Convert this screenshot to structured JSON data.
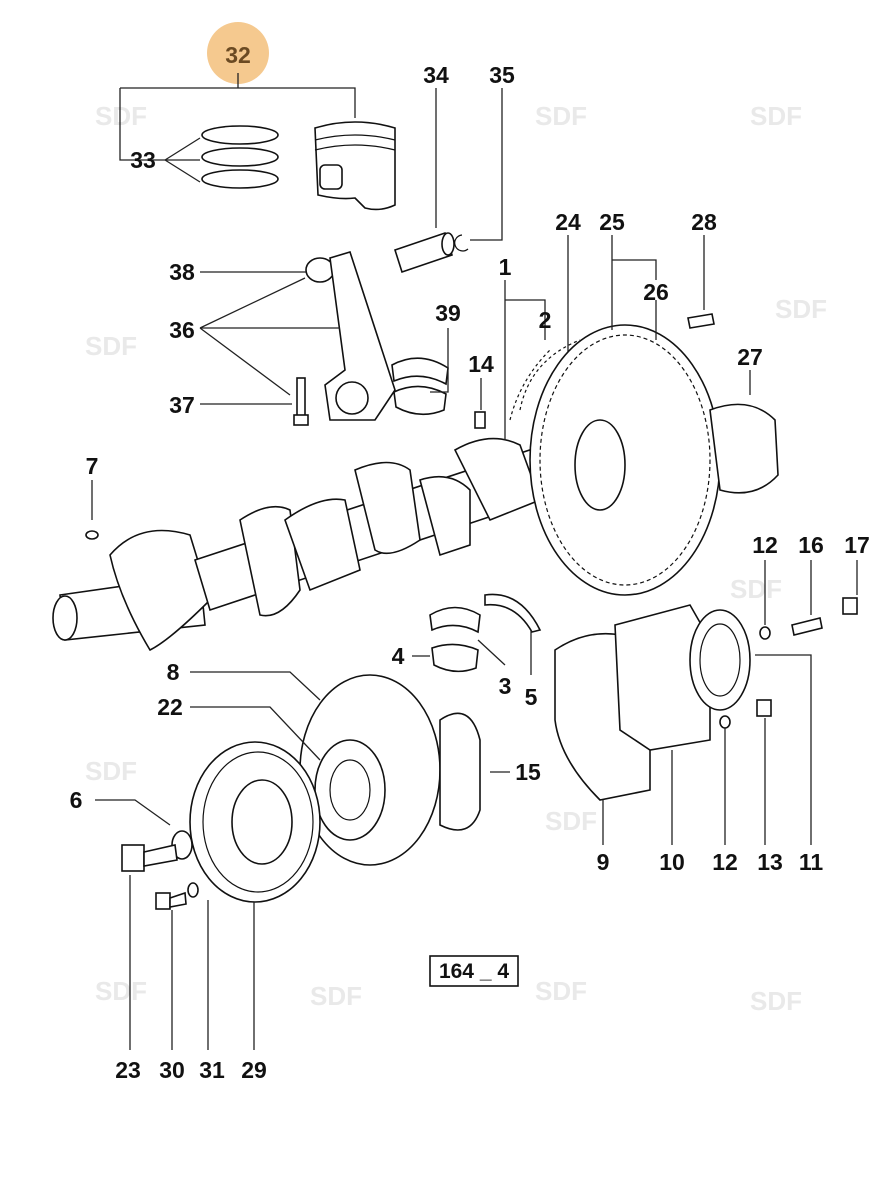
{
  "diagram": {
    "highlight_color": "#f5c98f",
    "highlighted_part": "32",
    "drawing_code": "164 _ 4",
    "watermark": "SDF",
    "labels": {
      "p32": "32",
      "p33": "33",
      "p34": "34",
      "p35": "35",
      "p24": "24",
      "p25": "25",
      "p28": "28",
      "p26": "26",
      "p38": "38",
      "p1": "1",
      "p2": "2",
      "p39": "39",
      "p36": "36",
      "p14": "14",
      "p27": "27",
      "p37": "37",
      "p7": "7",
      "p12a": "12",
      "p16": "16",
      "p17": "17",
      "p4": "4",
      "p3": "3",
      "p5": "5",
      "p8": "8",
      "p22": "22",
      "p15": "15",
      "p6": "6",
      "p9": "9",
      "p10": "10",
      "p12b": "12",
      "p13": "13",
      "p11": "11",
      "p23": "23",
      "p30": "30",
      "p31": "31",
      "p29": "29"
    }
  }
}
